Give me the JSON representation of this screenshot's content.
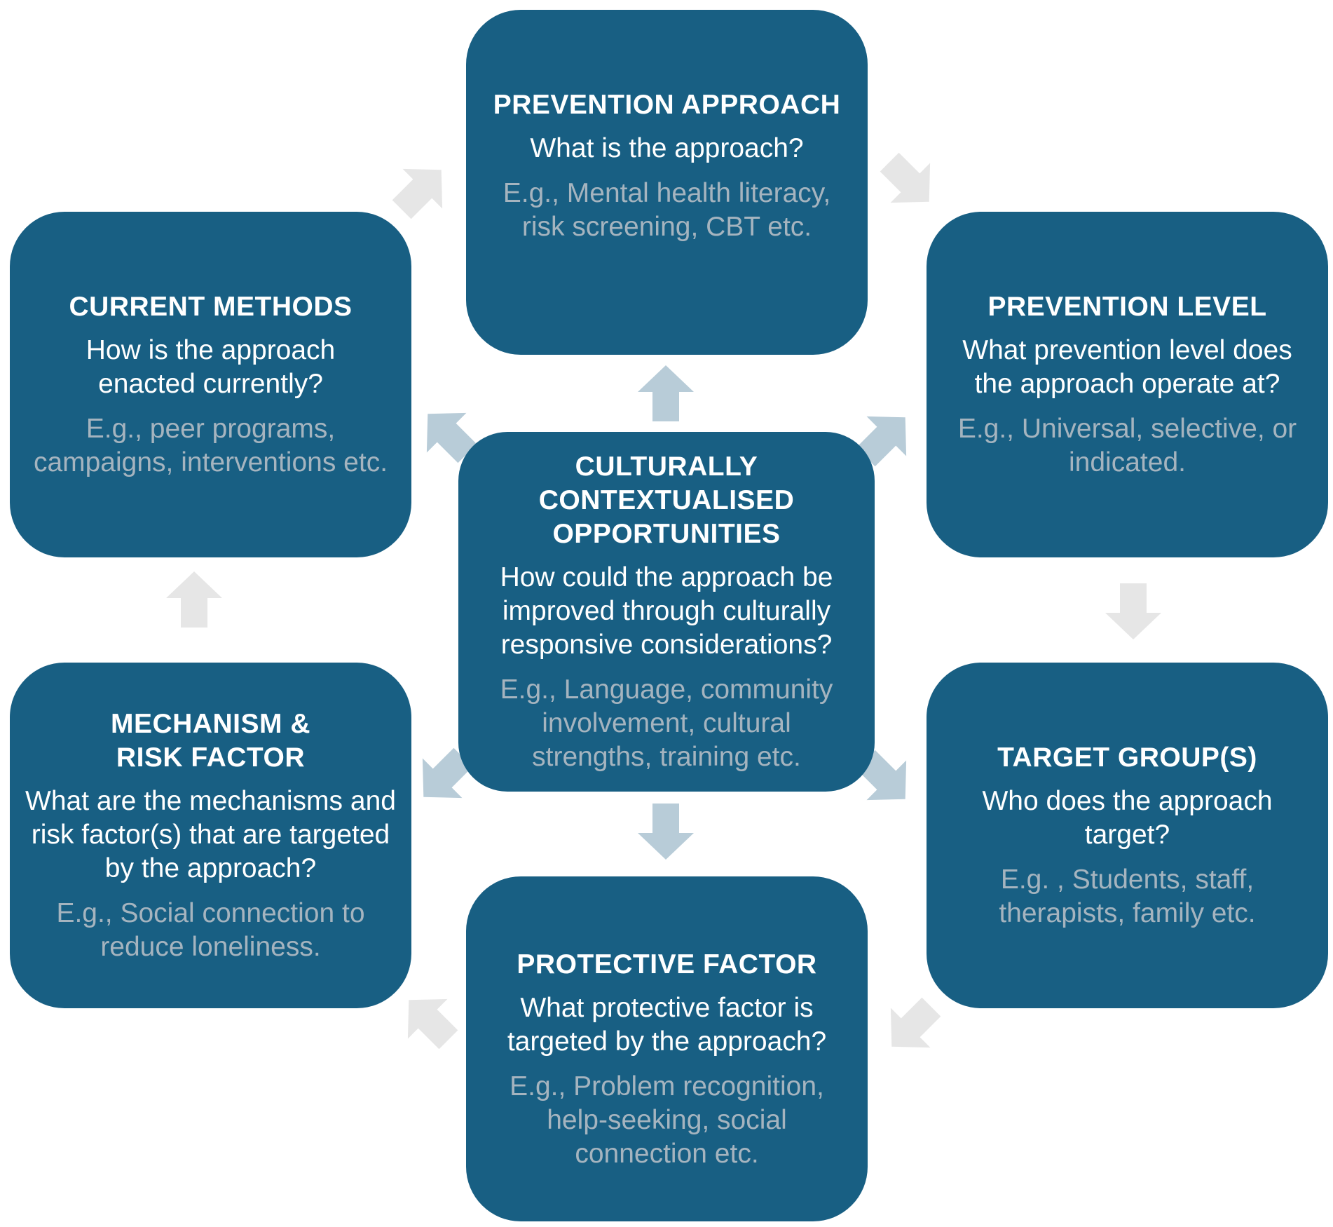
{
  "colors": {
    "box_fill": "#185f83",
    "title_text": "#ffffff",
    "example_text": "#a5b4bf",
    "outer_arrow": "#e6e6e6",
    "inner_arrow": "#b8ccd8"
  },
  "boxes": {
    "prevention_approach": {
      "title": "PREVENTION APPROACH",
      "question": "What is the approach?",
      "example": "E.g., Mental health literacy, risk screening, CBT etc."
    },
    "current_methods": {
      "title": "CURRENT METHODS",
      "question": "How is the approach enacted currently?",
      "example": "E.g., peer programs, campaigns, interventions etc."
    },
    "prevention_level": {
      "title": "PREVENTION LEVEL",
      "question": "What prevention level does the approach operate at?",
      "example": "E.g., Universal, selective, or indicated."
    },
    "center": {
      "title": "CULTURALLY CONTEXTUALISED OPPORTUNITIES",
      "question": "How could the approach be improved through culturally responsive considerations?",
      "example": "E.g., Language, community involvement, cultural strengths, training etc."
    },
    "mechanism_risk": {
      "title": "MECHANISM & RISK FACTOR",
      "question": "What are the mechanisms and risk factor(s) that are targeted by the approach?",
      "example": "E.g., Social connection to reduce loneliness."
    },
    "target_groups": {
      "title": "TARGET GROUP(S)",
      "question": "Who does the approach target?",
      "example": "E.g. , Students, staff, therapists, family etc."
    },
    "protective_factor": {
      "title": "PROTECTIVE FACTOR",
      "question": "What protective factor is targeted by the approach?",
      "example": "E.g., Problem recognition, help-seeking, social connection etc."
    }
  }
}
